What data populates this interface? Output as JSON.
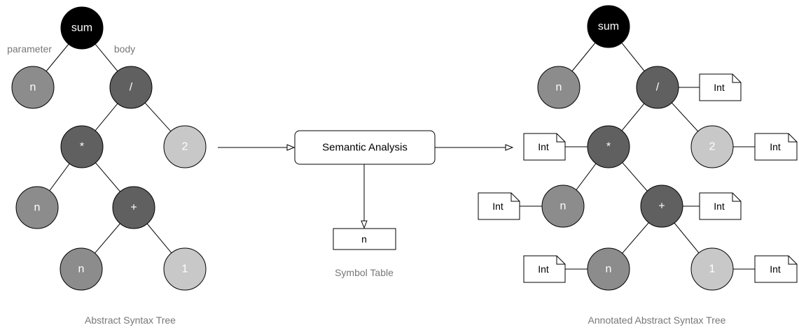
{
  "ast": {
    "caption": "Abstract Syntax Tree",
    "edge_labels": {
      "parameter": "parameter",
      "body": "body"
    },
    "nodes": {
      "root": "sum",
      "param": "n",
      "div": "/",
      "mul": "*",
      "two": "2",
      "n_left": "n",
      "plus": "+",
      "n_plus": "n",
      "one": "1"
    }
  },
  "process": {
    "label": "Semantic Analysis"
  },
  "symbol_table": {
    "caption": "Symbol Table",
    "entries": [
      "n"
    ]
  },
  "annotated": {
    "caption": "Annotated Abstract Syntax Tree",
    "nodes": {
      "root": "sum",
      "param": "n",
      "div": "/",
      "mul": "*",
      "two": "2",
      "n_left": "n",
      "plus": "+",
      "n_plus": "n",
      "one": "1"
    },
    "type_tags": {
      "div": "Int",
      "mul": "Int",
      "two": "Int",
      "n_left": "Int",
      "plus": "Int",
      "n_plus": "Int",
      "one": "Int"
    }
  },
  "colors": {
    "black": "#000000",
    "dark": "#606060",
    "mid": "#8c8c8c",
    "light": "#c8c8c8"
  }
}
